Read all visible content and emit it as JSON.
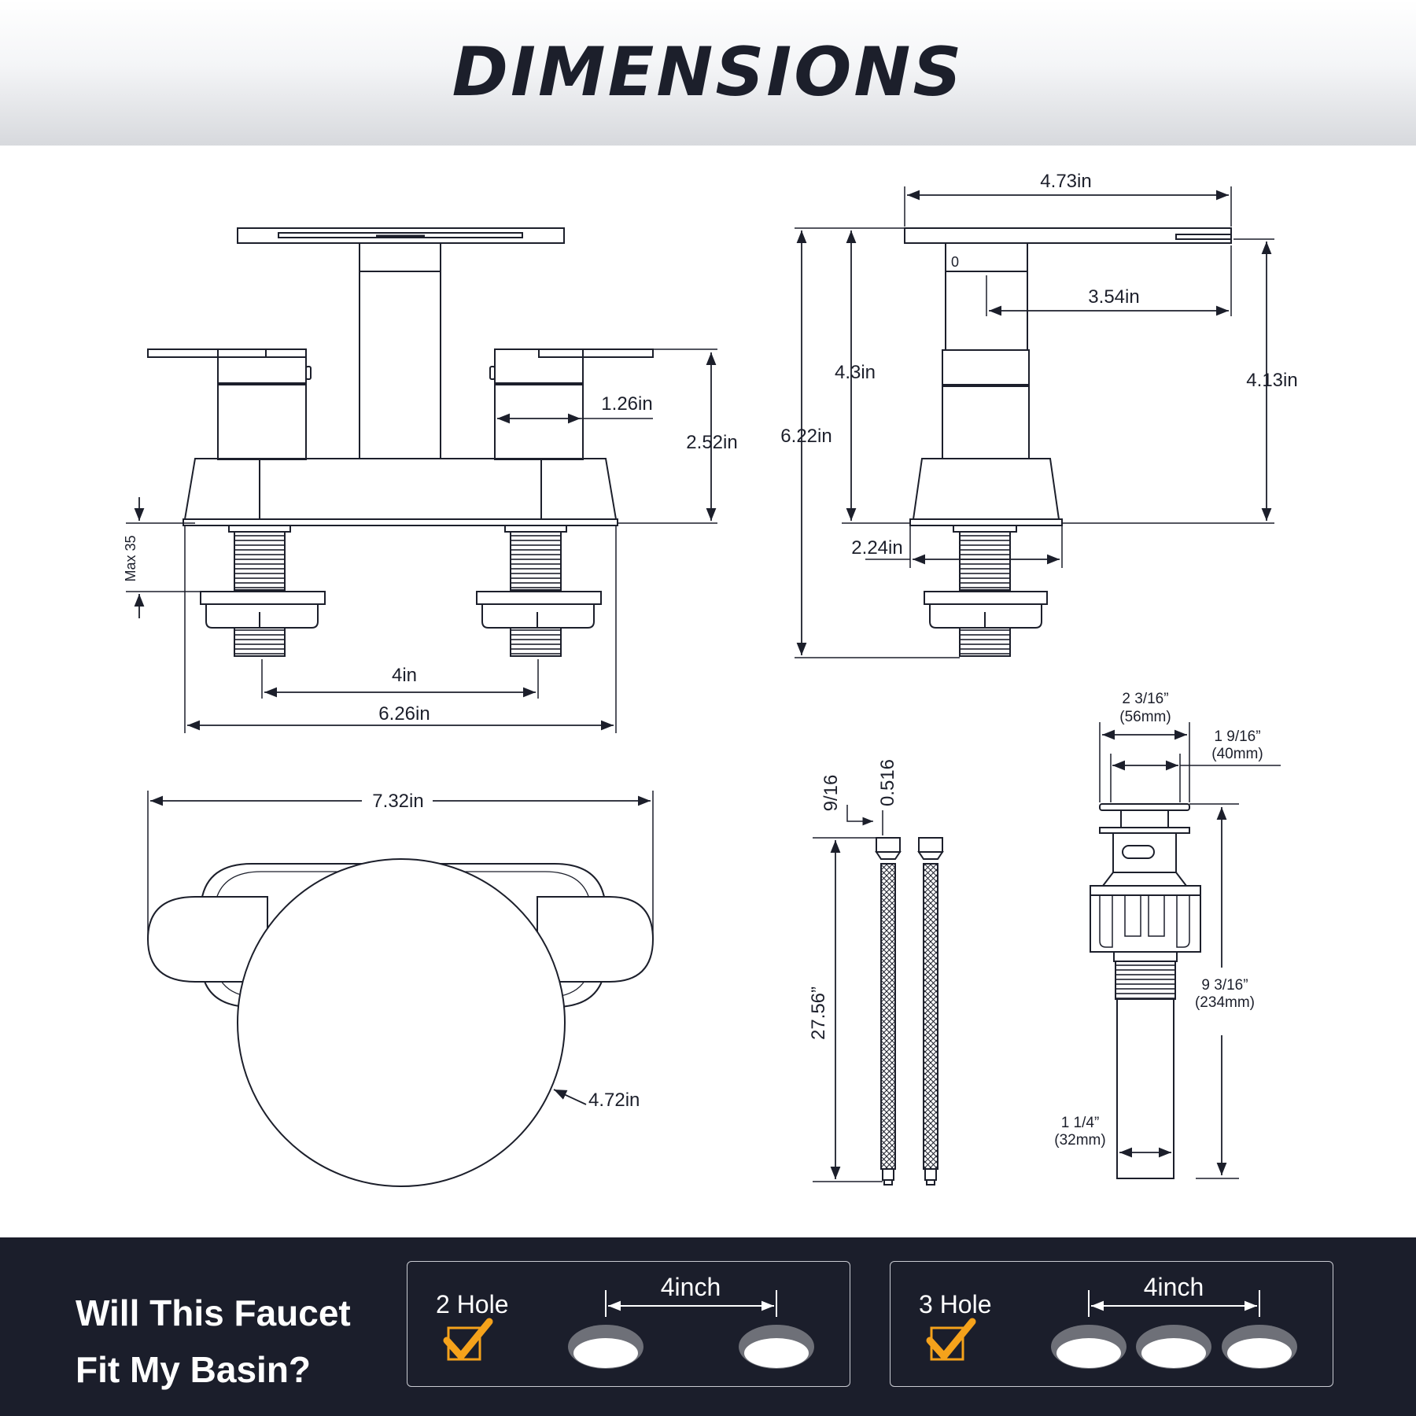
{
  "header": {
    "title": "DIMENSIONS"
  },
  "front_view": {
    "height_handle": "2.52in",
    "handle_width": "1.26in",
    "center_spacing": "4in",
    "base_width": "6.26in",
    "max_thickness": "Max 35"
  },
  "side_view": {
    "top_width": "4.73in",
    "spout_reach": "3.54in",
    "spout_height": "4.3in",
    "total_height": "6.22in",
    "spout_outlet_height": "4.13in",
    "base_depth": "2.24in"
  },
  "top_view": {
    "overall_width": "7.32in",
    "diameter": "4.72in"
  },
  "supply_hose": {
    "length": "27.56”",
    "nut_size_a": "9/16",
    "nut_size_b": "0.516"
  },
  "drain": {
    "cap_width": "2 3/16”",
    "cap_width_mm": "(56mm)",
    "inner_width": "1 9/16”",
    "inner_width_mm": "(40mm)",
    "length": "9 3/16”",
    "length_mm": "(234mm)",
    "tail_width": "1 1/4”",
    "tail_width_mm": "(32mm)"
  },
  "footer": {
    "question_line1": "Will This Faucet",
    "question_line2": "Fit My Basin?",
    "two_hole": {
      "label": "2 Hole",
      "spacing": "4inch",
      "holes": 2
    },
    "three_hole": {
      "label": "3 Hole",
      "spacing": "4inch",
      "holes": 3
    },
    "check_color": "#f5a21b",
    "background_color": "#1b1e2b"
  }
}
